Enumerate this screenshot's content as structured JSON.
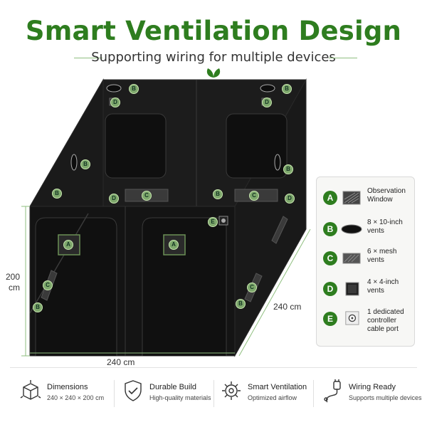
{
  "header": {
    "title": "Smart Ventilation Design",
    "subtitle": "Supporting wiring for multiple devices"
  },
  "tent": {
    "height_label": "200",
    "height_unit": "cm",
    "width_label": "240 cm",
    "depth_label": "240 cm",
    "tags": {
      "a": "A",
      "b": "B",
      "c": "C",
      "d": "D",
      "e": "E"
    }
  },
  "legend": {
    "items": [
      {
        "letter": "A",
        "icon": "observation-window-icon",
        "lines": [
          "Observation",
          "Window"
        ]
      },
      {
        "letter": "B",
        "icon": "vent-icon",
        "lines": [
          "8 × 10-inch",
          "vents"
        ]
      },
      {
        "letter": "C",
        "icon": "mesh-vent-icon",
        "lines": [
          "6 × mesh",
          "vents"
        ]
      },
      {
        "letter": "D",
        "icon": "small-vent-icon",
        "lines": [
          "4 × 4-inch",
          "vents"
        ]
      },
      {
        "letter": "E",
        "icon": "cable-port-icon",
        "lines": [
          "1 dedicated",
          "controller",
          "cable port"
        ]
      }
    ]
  },
  "features": [
    {
      "icon": "cube-icon",
      "title": "Dimensions",
      "subtitle": "240 × 240 × 200 cm"
    },
    {
      "icon": "shield-check-icon",
      "title": "Durable Build",
      "subtitle": "High-quality materials"
    },
    {
      "icon": "gear-icon",
      "title": "Smart Ventilation",
      "subtitle": "Optimized airflow"
    },
    {
      "icon": "plug-icon",
      "title": "Wiring Ready",
      "subtitle": "Supports multiple devices"
    }
  ],
  "colors": {
    "brand_green": "#2e7d1f",
    "tent_black": "#141414",
    "legend_bg": "#f7f7f5"
  }
}
